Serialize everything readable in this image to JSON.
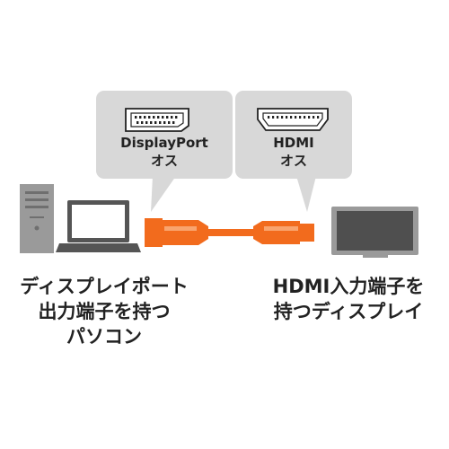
{
  "left_bubble": {
    "line1": "DisplayPort",
    "line2": "オス"
  },
  "right_bubble": {
    "line1": "HDMI",
    "line2": "オス"
  },
  "left_caption": {
    "line1": "ディスプレイポート",
    "line2": "出力端子を持つ",
    "line3": "パソコン"
  },
  "right_caption": {
    "line1": "HDMI入力端子を",
    "line2": "持つディスプレイ"
  },
  "colors": {
    "bubble": "#d8d8d8",
    "cable": "#f26b1d",
    "cable_light": "#f9a46e",
    "device_gray": "#9a9a9a",
    "device_dark": "#555555"
  }
}
